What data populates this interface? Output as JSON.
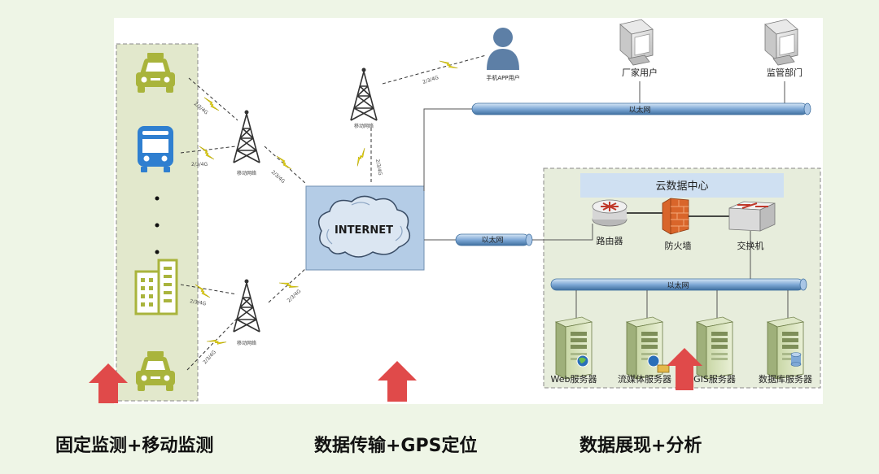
{
  "diagram": {
    "internet_label": "INTERNET",
    "mobile_network_label": "移动网络",
    "link_label": "2/3/4G",
    "phone_user_label": "手机APP用户",
    "factory_user_label": "厂家用户",
    "regulator_label": "监管部门",
    "ethernet_label": "以太网",
    "cloud_dc_title": "云数据中心",
    "router_label": "路由器",
    "firewall_label": "防火墙",
    "switch_label": "交换机",
    "servers": [
      {
        "label": "Web服务器"
      },
      {
        "label": "流媒体服务器"
      },
      {
        "label": "GIS服务器"
      },
      {
        "label": "数据库服务器"
      }
    ],
    "colors": {
      "vehicle_green": "#a9b43c",
      "bus_blue": "#2f7fd0",
      "arrow_red": "#e04a4a",
      "pipe_blue": "#7fa9d6",
      "internet_box": "#b4cce6"
    }
  },
  "captions": {
    "left": "固定监测+移动监测",
    "middle": "数据传输+GPS定位",
    "right": "数据展现+分析"
  }
}
